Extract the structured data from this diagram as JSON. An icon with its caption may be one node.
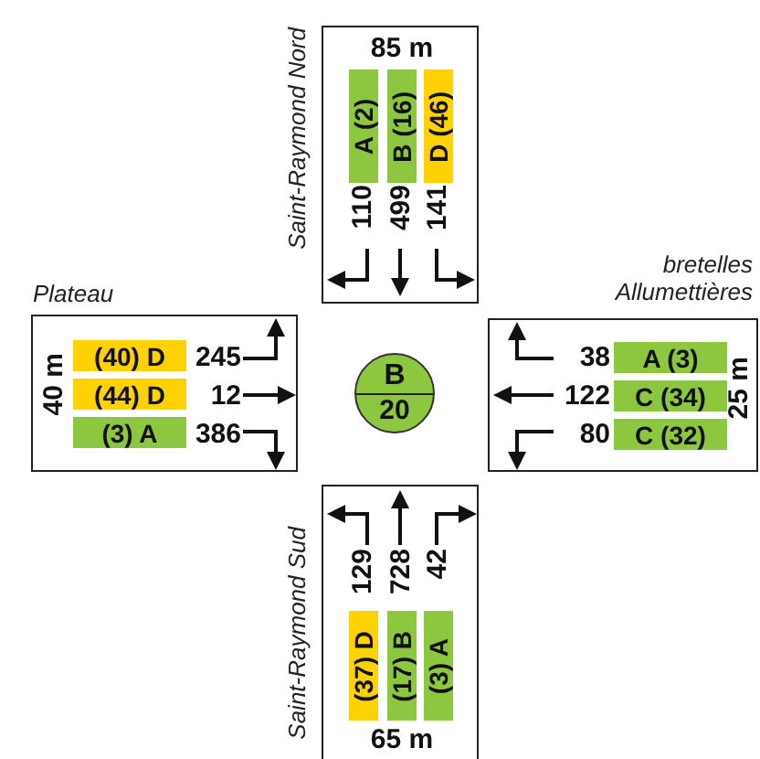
{
  "diagram": {
    "nodes": [
      {
        "text": [
          "Saint-Raymond Nord",
          "85 m"
        ]
      },
      {
        "text": [
          "A (2)"
        ],
        "in": 0
      },
      {
        "text": [
          "B (16)"
        ],
        "in": 0
      },
      {
        "text": [
          "D (46)"
        ],
        "in": 0
      },
      {
        "text": [
          "Plateau",
          "40 m"
        ]
      },
      {
        "text": [
          "(40) D"
        ],
        "in": 4
      },
      {
        "text": [
          "(44) D"
        ],
        "in": 4
      },
      {
        "text": [
          "(3) A"
        ],
        "in": 4
      },
      {
        "text": [
          "B",
          "20"
        ]
      },
      {
        "text": [
          "bretelles Allumettières",
          "25 m"
        ]
      },
      {
        "text": [
          "A (3)"
        ],
        "in": 9
      },
      {
        "text": [
          "C (34)"
        ],
        "in": 9
      },
      {
        "text": [
          "C (32)"
        ],
        "in": 9
      },
      {
        "text": [
          "Saint-Raymond Sud",
          "65 m"
        ]
      },
      {
        "text": [
          "(37) D"
        ],
        "in": 13
      },
      {
        "text": [
          "(17) B"
        ],
        "in": 13
      },
      {
        "text": [
          "(3) A"
        ],
        "in": 13
      }
    ],
    "edges": [],
    "labels": [
      "110",
      "499",
      "141",
      "245",
      "12",
      "386",
      "38",
      "122",
      "80",
      "129",
      "728",
      "42"
    ]
  }
}
